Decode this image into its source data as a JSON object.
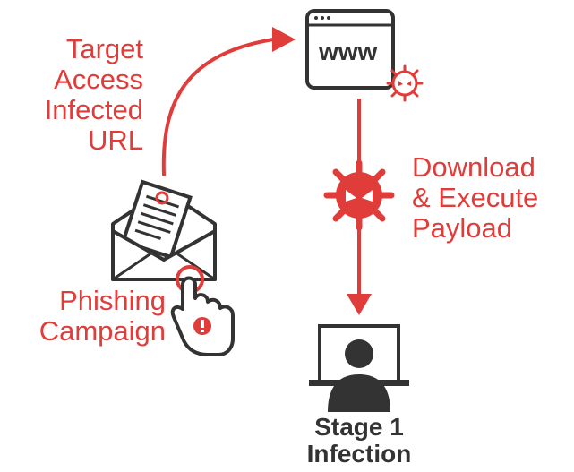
{
  "diagram": {
    "colors": {
      "accent": "#e03c3a",
      "dark": "#333333",
      "background": "#ffffff"
    },
    "labels": {
      "target_access": [
        "Target",
        "Access",
        "Infected",
        "URL"
      ],
      "browser_text": "www",
      "download_execute": [
        "Download",
        "& Execute",
        "Payload"
      ],
      "phishing": [
        "Phishing",
        "Campaign"
      ],
      "stage": [
        "Stage 1",
        "Infection"
      ]
    },
    "icons": {
      "browser": "browser-window-icon",
      "malware_small": "malware-bug-icon",
      "malware_large": "malware-bug-icon",
      "email": "open-envelope-icon",
      "document": "document-icon",
      "hand": "pointing-hand-icon",
      "alert": "alert-icon",
      "user": "user-at-computer-icon"
    }
  }
}
